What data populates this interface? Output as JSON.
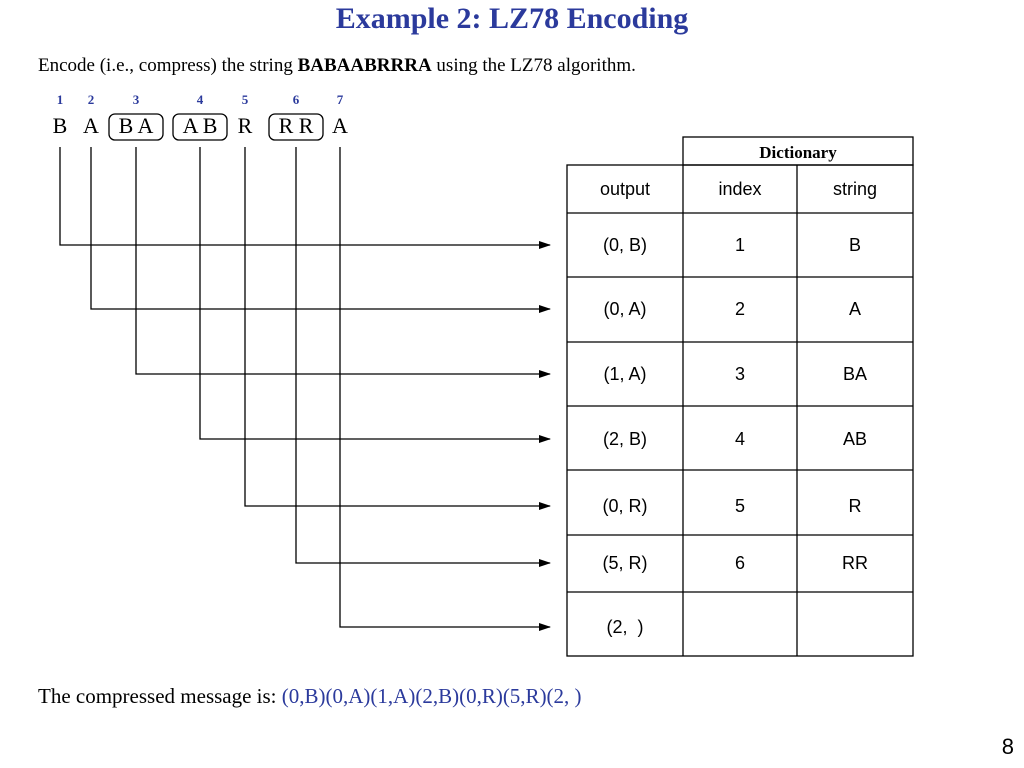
{
  "title": "Example 2: LZ78 Encoding",
  "intro": {
    "before": "Encode (i.e., compress) the string ",
    "string": "BABAABRRRA",
    "after": " using the LZ78 algorithm."
  },
  "symbols": [
    {
      "index_label": "1",
      "chars": "B",
      "boxed": false
    },
    {
      "index_label": "2",
      "chars": "A",
      "boxed": false
    },
    {
      "index_label": "3",
      "chars": "B A",
      "boxed": true
    },
    {
      "index_label": "4",
      "chars": "A B",
      "boxed": true
    },
    {
      "index_label": "5",
      "chars": "R",
      "boxed": false
    },
    {
      "index_label": "6",
      "chars": "R R",
      "boxed": true
    },
    {
      "index_label": "7",
      "chars": "A",
      "boxed": false
    }
  ],
  "table": {
    "group_header": "Dictionary",
    "headers": {
      "output": "output",
      "index": "index",
      "string": "string"
    },
    "rows": [
      {
        "output": "(0, B)",
        "index": "1",
        "string": "B"
      },
      {
        "output": "(0, A)",
        "index": "2",
        "string": "A"
      },
      {
        "output": "(1, A)",
        "index": "3",
        "string": "BA"
      },
      {
        "output": "(2, B)",
        "index": "4",
        "string": "AB"
      },
      {
        "output": "(0, R)",
        "index": "5",
        "string": "R"
      },
      {
        "output": "(5, R)",
        "index": "6",
        "string": "RR"
      },
      {
        "output": "(2,  )",
        "index": "",
        "string": ""
      }
    ]
  },
  "footer": {
    "label": "The compressed message is: ",
    "message": "(0,B)(0,A)(1,A)(2,B)(0,R)(5,R)(2, )"
  },
  "page_number": "8",
  "colors": {
    "title": "#2b3a9c",
    "index_labels": "#2b3a9c",
    "message": "#2b3a9c"
  }
}
